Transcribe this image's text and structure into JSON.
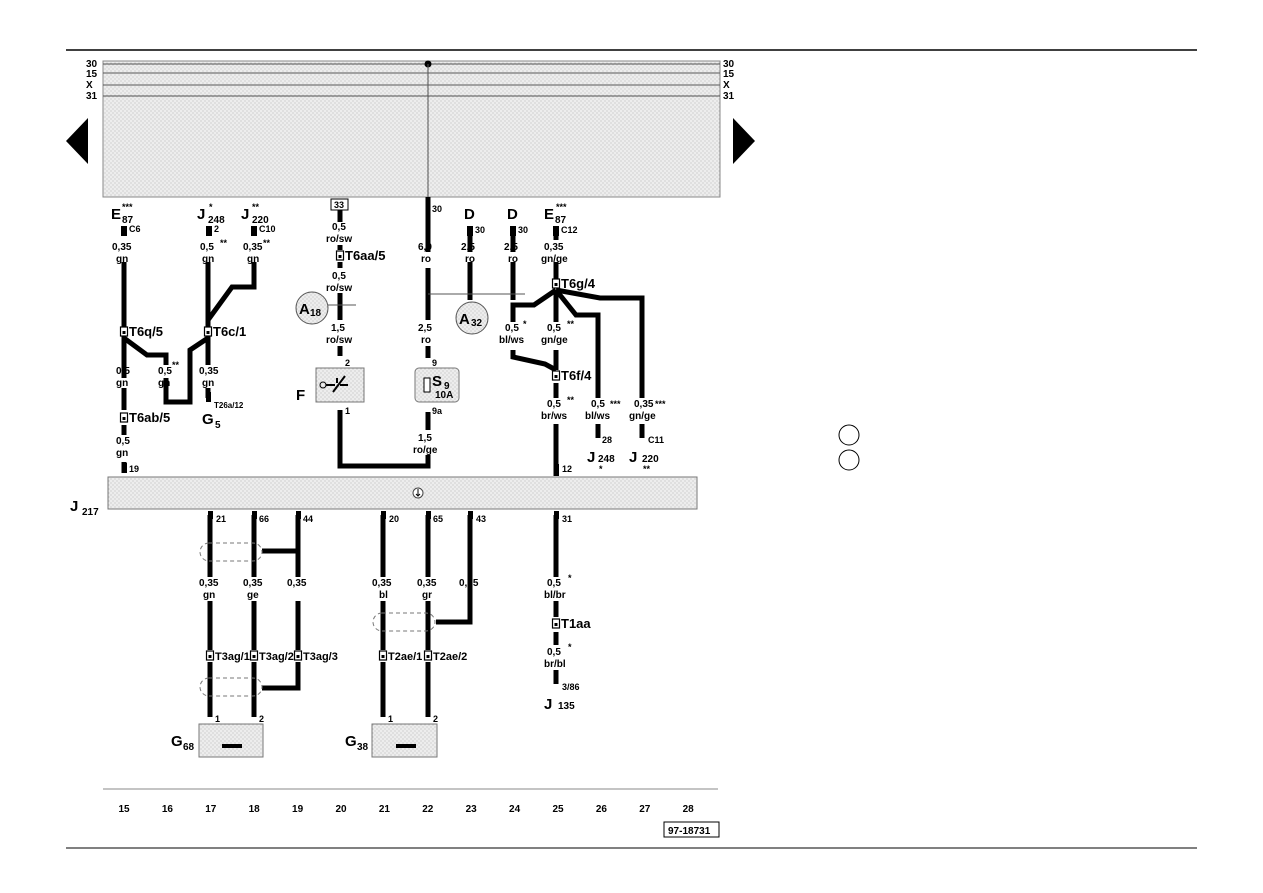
{
  "diagram": {
    "drawing_number": "97-18731",
    "rails": [
      "30",
      "15",
      "X",
      "31"
    ],
    "current_track_numbers": [
      "15",
      "16",
      "17",
      "18",
      "19",
      "20",
      "21",
      "22",
      "23",
      "24",
      "25",
      "26",
      "27",
      "28"
    ],
    "central_unit": {
      "code": "J",
      "sub": "217"
    },
    "components": {
      "e87_a": {
        "code": "E",
        "sub": "87",
        "mark": "***"
      },
      "j248_top": {
        "code": "J",
        "sub": "248",
        "mark": "*"
      },
      "j220_top": {
        "code": "J",
        "sub": "220",
        "mark": "**"
      },
      "box33": "33",
      "d_a": "D",
      "d_b": "D",
      "e87_b": {
        "code": "E",
        "sub": "87",
        "mark": "***"
      },
      "a18": {
        "code": "A",
        "sub": "18"
      },
      "a32": {
        "code": "A",
        "sub": "32"
      },
      "f": "F",
      "s9": {
        "code": "S",
        "sub": "9",
        "rating": "10A"
      },
      "g5": {
        "code": "G",
        "sub": "5"
      },
      "g68": {
        "code": "G",
        "sub": "68"
      },
      "g38": {
        "code": "G",
        "sub": "38"
      },
      "j248_bot": {
        "code": "J",
        "sub": "248",
        "mark": "*"
      },
      "j220_bot": {
        "code": "J",
        "sub": "220",
        "mark": "**"
      },
      "j135": {
        "code": "J",
        "sub": "135"
      }
    },
    "connectors": {
      "t6q5": "T6q/5",
      "t6c1": "T6c/1",
      "t6ab5": "T6ab/5",
      "t6aa5": "T6aa/5",
      "t6g4": "T6g/4",
      "t6f4": "T6f/4",
      "t1aa": "T1aa",
      "t3ag1": "T3ag/1",
      "t3ag2": "T3ag/2",
      "t3ag3": "T3ag/3",
      "t2ae1": "T2ae/1",
      "t2ae2": "T2ae/2",
      "t26a12": "T26a/12"
    },
    "pins": {
      "c6": "C6",
      "p2": "2",
      "c10": "C10",
      "p30a": "30",
      "p30b": "30",
      "p30c": "30",
      "c12": "C12",
      "p19": "19",
      "p2f": "2",
      "p1f": "1",
      "p9": "9",
      "p9a": "9a",
      "p28": "28",
      "c11": "C11",
      "p12": "12",
      "p21": "21",
      "p66": "66",
      "p44": "44",
      "p20": "20",
      "p65": "65",
      "p43": "43",
      "p31": "31",
      "p1a": "1",
      "p2a": "2",
      "p1b": "1",
      "p2b": "2",
      "p386": "3/86"
    },
    "wires": {
      "w1_size": "0,35",
      "w1_col": "gn",
      "w2_size": "0,5",
      "w2_mark": "**",
      "w2_col": "gn",
      "w3_size": "0,35",
      "w3_mark": "**",
      "w3_col": "gn",
      "w4_size": "0,5",
      "w4_col": "ro/sw",
      "w5_size": "0,5",
      "w5_col": "ro/sw",
      "w6_size": "6,0",
      "w6_col": "ro",
      "w7_size": "2,5",
      "w7_col": "ro",
      "w8_size": "2,5",
      "w8_col": "ro",
      "w9_size": "0,35",
      "w9_col": "gn/ge",
      "w10_size": "0,5",
      "w10_col": "gn",
      "w11_size": "0,5",
      "w11_mark": "**",
      "w11_col": "gn",
      "w12_size": "0,35",
      "w12_col": "gn",
      "w13_size": "1,5",
      "w13_col": "ro/sw",
      "w14_size": "2,5",
      "w14_col": "ro",
      "w15_size": "0,5",
      "w15_mark": "*",
      "w15_col": "bl/ws",
      "w16_size": "0,5",
      "w16_mark": "**",
      "w16_col": "gn/ge",
      "w17_size": "0,5",
      "w17_col": "gn",
      "w18_size": "0,5",
      "w18_mark": "**",
      "w18_col": "br/ws",
      "w19_size": "0,5",
      "w19_mark": "***",
      "w19_col": "bl/ws",
      "w20_size": "0,35",
      "w20_mark": "***",
      "w20_col": "gn/ge",
      "w21_size": "1,5",
      "w21_col": "ro/ge",
      "w22_size": "0,35",
      "w22_col": "gn",
      "w23_size": "0,35",
      "w23_col": "ge",
      "w24_size": "0,35",
      "w25_size": "0,35",
      "w25_col": "bl",
      "w26_size": "0,35",
      "w26_col": "gr",
      "w27_size": "0,35",
      "w28_size": "0,5",
      "w28_mark": "*",
      "w28_col": "bl/br",
      "w29_size": "0,5",
      "w29_mark": "*",
      "w29_col": "br/bl"
    }
  }
}
